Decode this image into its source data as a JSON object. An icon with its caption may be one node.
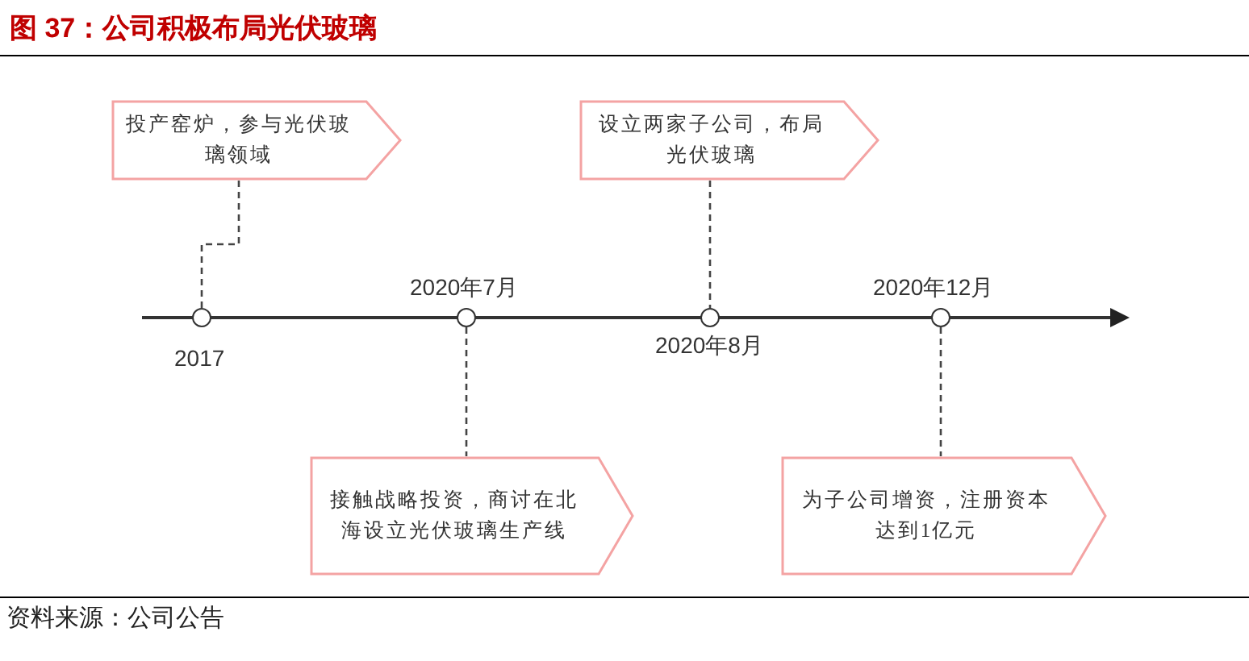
{
  "diagram": {
    "title": "图 37：公司积极布局光伏玻璃",
    "caption": "资料来源：公司公告",
    "nodes": [
      {
        "text": [
          "投产窑炉，参与光伏玻璃领域"
        ]
      },
      {
        "text": [
          "设立两家子公司，布局光伏玻璃"
        ]
      },
      {
        "text": [],
        "shape": "circle",
        "beside": [
          "2017"
        ]
      },
      {
        "text": [],
        "shape": "circle",
        "beside": [
          "2020年7月"
        ]
      },
      {
        "text": [],
        "shape": "circle",
        "beside": [
          "2020年8月"
        ]
      },
      {
        "text": [],
        "shape": "circle",
        "beside": [
          "2020年12月"
        ]
      },
      {
        "text": [
          "接触战略投资，商讨在北海设立光伏玻璃生产线"
        ]
      },
      {
        "text": [
          "为子公司增资，注册资本达到1亿元"
        ]
      }
    ],
    "edges": [
      {
        "from": 0,
        "to": 2,
        "arrow": "none",
        "style": "dashed"
      },
      {
        "from": 1,
        "to": 4,
        "arrow": "none",
        "style": "dashed"
      },
      {
        "from": 3,
        "to": 6,
        "arrow": "none",
        "style": "dashed"
      },
      {
        "from": 5,
        "to": 7,
        "arrow": "none",
        "style": "dashed"
      }
    ]
  }
}
